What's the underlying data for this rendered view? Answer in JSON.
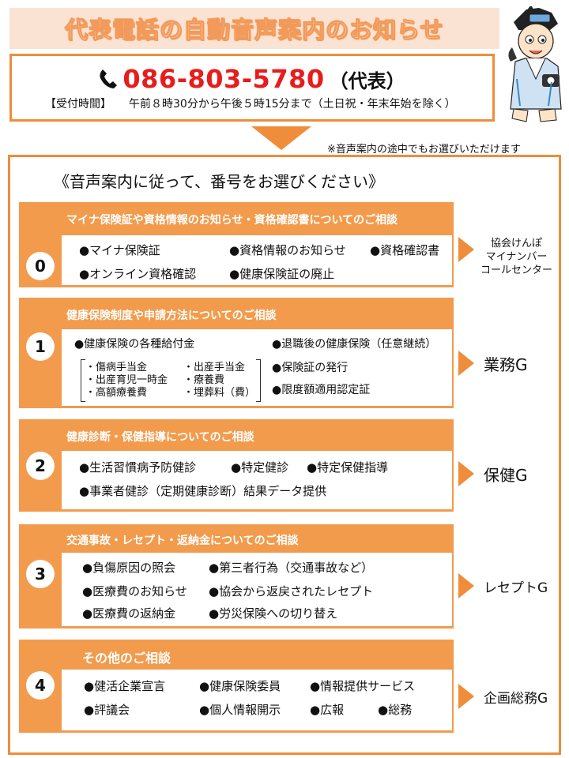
{
  "title": "代表電話の自動音声案内のお知らせ",
  "phone": {
    "number": "086-803-5780",
    "suffix": "（代表）",
    "hours_label": "【受付時間】",
    "hours": "午前８時30分から午後５時15分まで（土日祝・年末年始を除く）"
  },
  "note": "※音声案内の途中でもお選びいただけます",
  "instruction": "《音声案内に従って、番号をお選びください》",
  "colors": {
    "accent": "#ef8d3a",
    "header": "#f29b4d",
    "phone_number": "#e81c1c"
  },
  "sections": [
    {
      "number": "0",
      "header": "マイナ保険証や資格情報のお知らせ・資格確認書についてのご相談",
      "items": [
        "●マイナ保険証",
        "●資格情報のお知らせ",
        "●資格確認書",
        "●オンライン資格確認",
        "●健康保険証の廃止"
      ],
      "dept_lines": [
        "協会けんぽ",
        "マイナンバー",
        "コールセンター"
      ]
    },
    {
      "number": "1",
      "header": "健康保険制度や申請方法についてのご相談",
      "items": [
        "●健康保険の各種給付金",
        "●退職後の健康保険（任意継続）",
        "●保険証の発行",
        "●限度額適用認定証"
      ],
      "sub_items": [
        "・傷病手当金",
        "・出産手当金",
        "・出産育児一時金",
        "・療養費",
        "・高額療養費",
        "・埋葬料（費）"
      ],
      "dept": "業務G"
    },
    {
      "number": "2",
      "header": "健康診断・保健指導についてのご相談",
      "items": [
        "●生活習慣病予防健診",
        "●特定健診",
        "●特定保健指導",
        "●事業者健診（定期健康診断）結果データ提供"
      ],
      "dept": "保健G"
    },
    {
      "number": "3",
      "header": "交通事故・レセプト・返納金についてのご相談",
      "items": [
        "●負傷原因の照会",
        "●第三者行為（交通事故など）",
        "●医療費のお知らせ",
        "●協会から返戻されたレセプト",
        "●医療費の返納金",
        "●労災保険への切り替え"
      ],
      "dept": "レセプトG"
    },
    {
      "number": "4",
      "header": "その他のご相談",
      "items": [
        "●健活企業宣言",
        "●健康保険委員",
        "●情報提供サービス",
        "●評議会",
        "●個人情報開示",
        "●広報",
        "●総務"
      ],
      "dept": "企画総務G"
    }
  ]
}
